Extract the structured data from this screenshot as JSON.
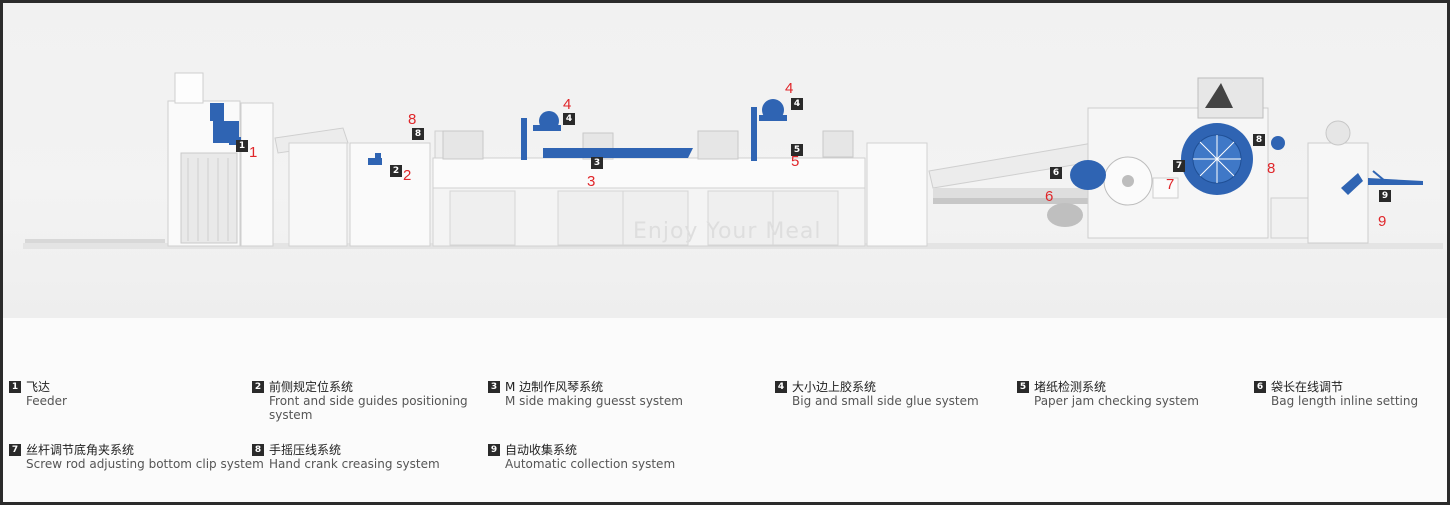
{
  "watermark": "Enjoy Your Meal",
  "legend": [
    {
      "num": "1",
      "zh": "飞达",
      "en": "Feeder"
    },
    {
      "num": "2",
      "zh": "前侧规定位系统",
      "en": "Front and side guides positioning",
      "en2": "system"
    },
    {
      "num": "3",
      "zh": "M 边制作风琴系统",
      "en": "M side making guesst system"
    },
    {
      "num": "4",
      "zh": "大小边上胶系统",
      "en": "Big and small side glue system"
    },
    {
      "num": "5",
      "zh": "堵纸检测系统",
      "en": "Paper jam checking system"
    },
    {
      "num": "6",
      "zh": "袋长在线调节",
      "en": "Bag length inline setting"
    },
    {
      "num": "7",
      "zh": "丝杆调节底角夹系统",
      "en": "Screw rod adjusting bottom clip system"
    },
    {
      "num": "8",
      "zh": "手摇压线系统",
      "en": "Hand crank creasing system"
    },
    {
      "num": "9",
      "zh": "自动收集系统",
      "en": "Automatic collection system"
    }
  ],
  "callouts": {
    "c1": "1",
    "c2": "2",
    "c3": "3",
    "c4a": "4",
    "c4b": "4",
    "c5": "5",
    "c6": "6",
    "c7": "7",
    "c8a": "8",
    "c8b": "8",
    "c9": "9"
  },
  "colors": {
    "accent_blue": "#2f64b3",
    "callout_red": "#e0262a",
    "badge": "#2a2a2a"
  }
}
